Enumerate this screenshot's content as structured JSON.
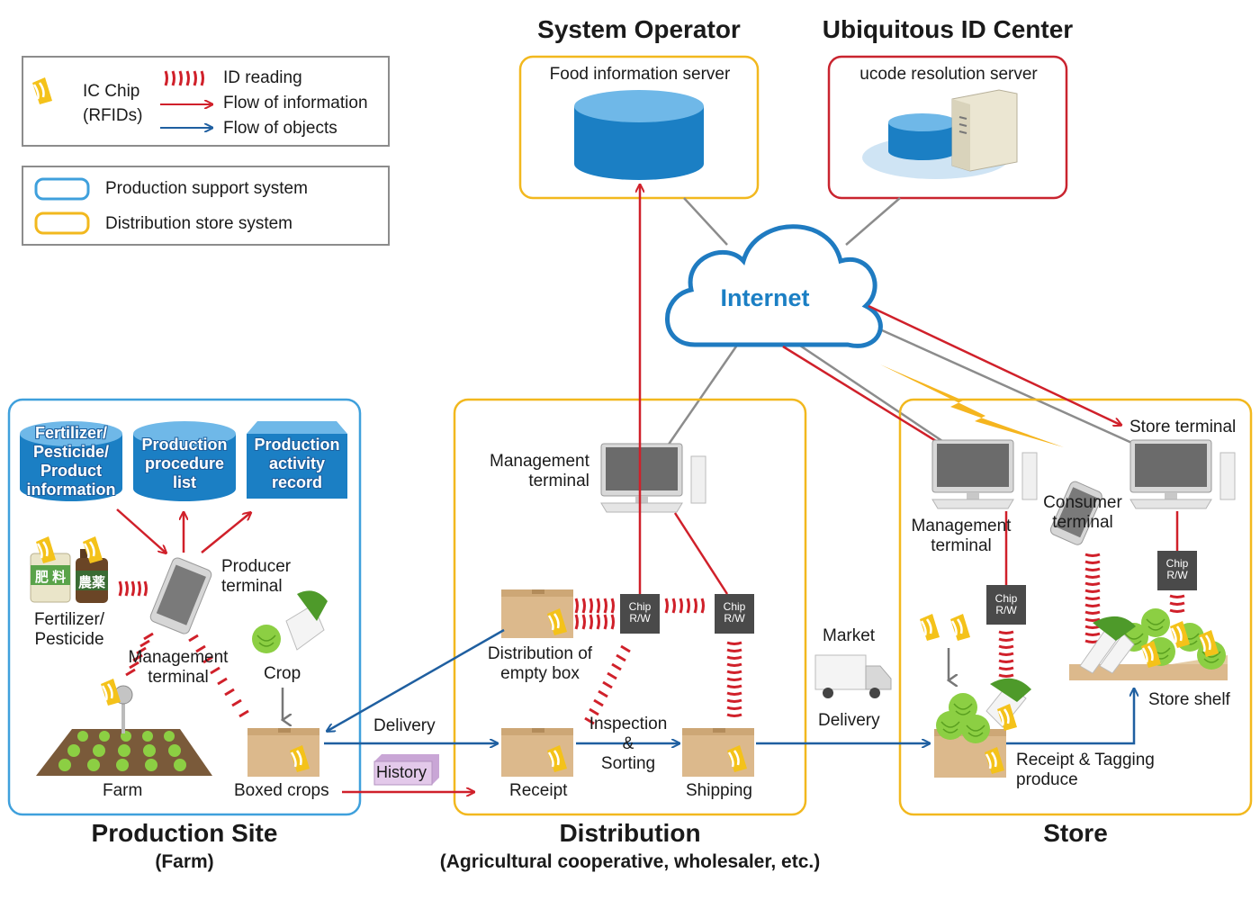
{
  "legend": {
    "ic_chip": "IC Chip",
    "rfids": "(RFIDs)",
    "id_reading": "ID reading",
    "flow_information": "Flow of information",
    "flow_objects": "Flow of objects",
    "production_support": "Production support system",
    "distribution_store": "Distribution store system"
  },
  "operators": {
    "system_operator": "System Operator",
    "ubiquitous_center": "Ubiquitous ID Center",
    "food_server": "Food information server",
    "ucode_server": "ucode resolution server",
    "internet": "Internet"
  },
  "production": {
    "db1": [
      "Fertilizer/",
      "Pesticide/",
      "Product",
      "information"
    ],
    "db2": [
      "Production",
      "procedure",
      "list"
    ],
    "db3": [
      "Production",
      "activity",
      "record"
    ],
    "bag1": "肥 料",
    "bag2": "農薬",
    "fertilizer": [
      "Fertilizer/",
      "Pesticide"
    ],
    "producer_terminal": [
      "Producer",
      "terminal"
    ],
    "management_terminal": [
      "Management",
      "terminal"
    ],
    "crop": "Crop",
    "farm": "Farm",
    "boxed_crops": "Boxed crops",
    "history": "History",
    "title": "Production Site",
    "subtitle": "(Farm)"
  },
  "distribution": {
    "management_terminal": [
      "Management",
      "terminal"
    ],
    "empty_box": [
      "Distribution of",
      "empty box"
    ],
    "chip_rw": [
      "Chip",
      "R/W"
    ],
    "delivery": "Delivery",
    "receipt": "Receipt",
    "inspection": [
      "Inspection",
      "&",
      "Sorting"
    ],
    "shipping": "Shipping",
    "title": "Distribution",
    "subtitle": "(Agricultural cooperative, wholesaler, etc.)"
  },
  "market": {
    "market": "Market",
    "delivery": "Delivery"
  },
  "store": {
    "store_terminal": "Store terminal",
    "consumer_terminal": [
      "Consumer",
      "terminal"
    ],
    "management_terminal": [
      "Management",
      "terminal"
    ],
    "chip_rw": [
      "Chip",
      "R/W"
    ],
    "store_shelf": "Store shelf",
    "receipt_tagging": [
      "Receipt & Tagging",
      "produce"
    ],
    "title": "Store"
  },
  "colors": {
    "red": "#d0202a",
    "blue": "#1f5fa0",
    "db_blue": "#1b7fc4",
    "orange_frame": "#f2b81e",
    "blue_frame": "#3fa0dc",
    "crimson_frame": "#c9242f"
  }
}
